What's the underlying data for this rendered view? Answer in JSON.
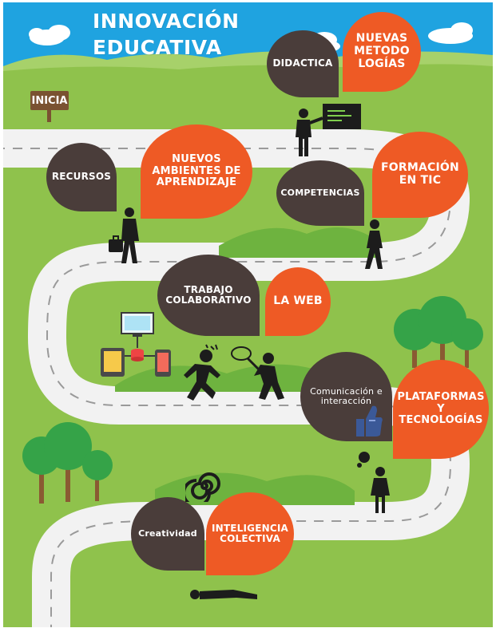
{
  "title": "INNOVACIÓN\nEDUCATIVA",
  "start_sign": "INICIA",
  "bubbles": {
    "didactica": "DIDACTICA",
    "nuevas_metodologias": "NUEVAS\nMETODO\nLOGÍAS",
    "recursos": "RECURSOS",
    "nuevos_ambientes": "NUEVOS\nAMBIENTES DE\nAPRENDIZAJE",
    "competencias": "COMPETENCIAS",
    "formacion_tic": "FORMACIÓN\nEN TIC",
    "trabajo_colaborativo": "TRABAJO\nCOLABORATIVO",
    "la_web": "LA WEB",
    "comunicacion": "Comunicación e\ninteracción",
    "plataformas": "PLATAFORMAS\nY\nTECNOLOGÍAS",
    "creatividad": "Creatividad",
    "inteligencia": "INTELIGENCIA\nCOLECTIVA"
  },
  "colors": {
    "grass": "#8fc24c",
    "sky": "#1fa3e0",
    "road": "#f2f2f2",
    "dark_bubble": "#4a3d3a",
    "orange_bubble": "#ee5a25",
    "tree_foliage": "#35a348",
    "tree_trunk": "#8a5a32"
  },
  "icons": [
    "teacher-blackboard-icon",
    "businessman-icon",
    "walking-man-icon",
    "devices-network-icon",
    "runner-icon",
    "net-catcher-icon",
    "like-thumb-icon",
    "thinking-woman-icon",
    "spiral-icon",
    "lying-man-icon",
    "tree-icon",
    "cloud-icon"
  ]
}
